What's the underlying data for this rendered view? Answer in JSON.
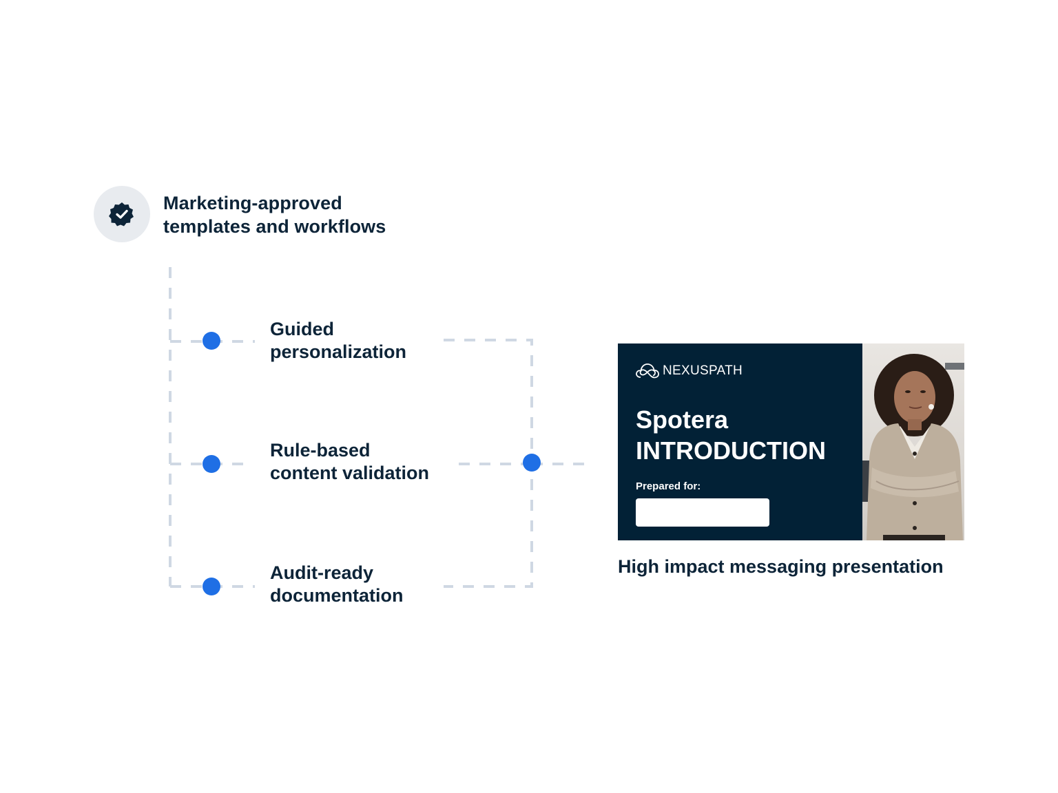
{
  "header": {
    "icon": "verified-badge-icon",
    "title_line1": "Marketing-approved",
    "title_line2": "templates and workflows"
  },
  "steps": [
    {
      "line1": "Guided",
      "line2": "personalization"
    },
    {
      "line1": "Rule-based",
      "line2": "content validation"
    },
    {
      "line1": "Audit-ready",
      "line2": "documentation"
    }
  ],
  "card": {
    "brand": "NEXUSPATH",
    "brand_icon": "cloud-infinity-logo-icon",
    "title_line1": "Spotera",
    "title_line2": "INTRODUCTION",
    "prepared_label": "Prepared for:",
    "prepared_value": "",
    "photo": "woman-portrait-photo"
  },
  "caption": "High impact messaging presentation",
  "colors": {
    "text": "#0d2438",
    "accent_dot": "#1f6fe5",
    "connector": "#cfd8e3",
    "card_bg": "#022136",
    "badge_bg": "#e8ebef"
  }
}
